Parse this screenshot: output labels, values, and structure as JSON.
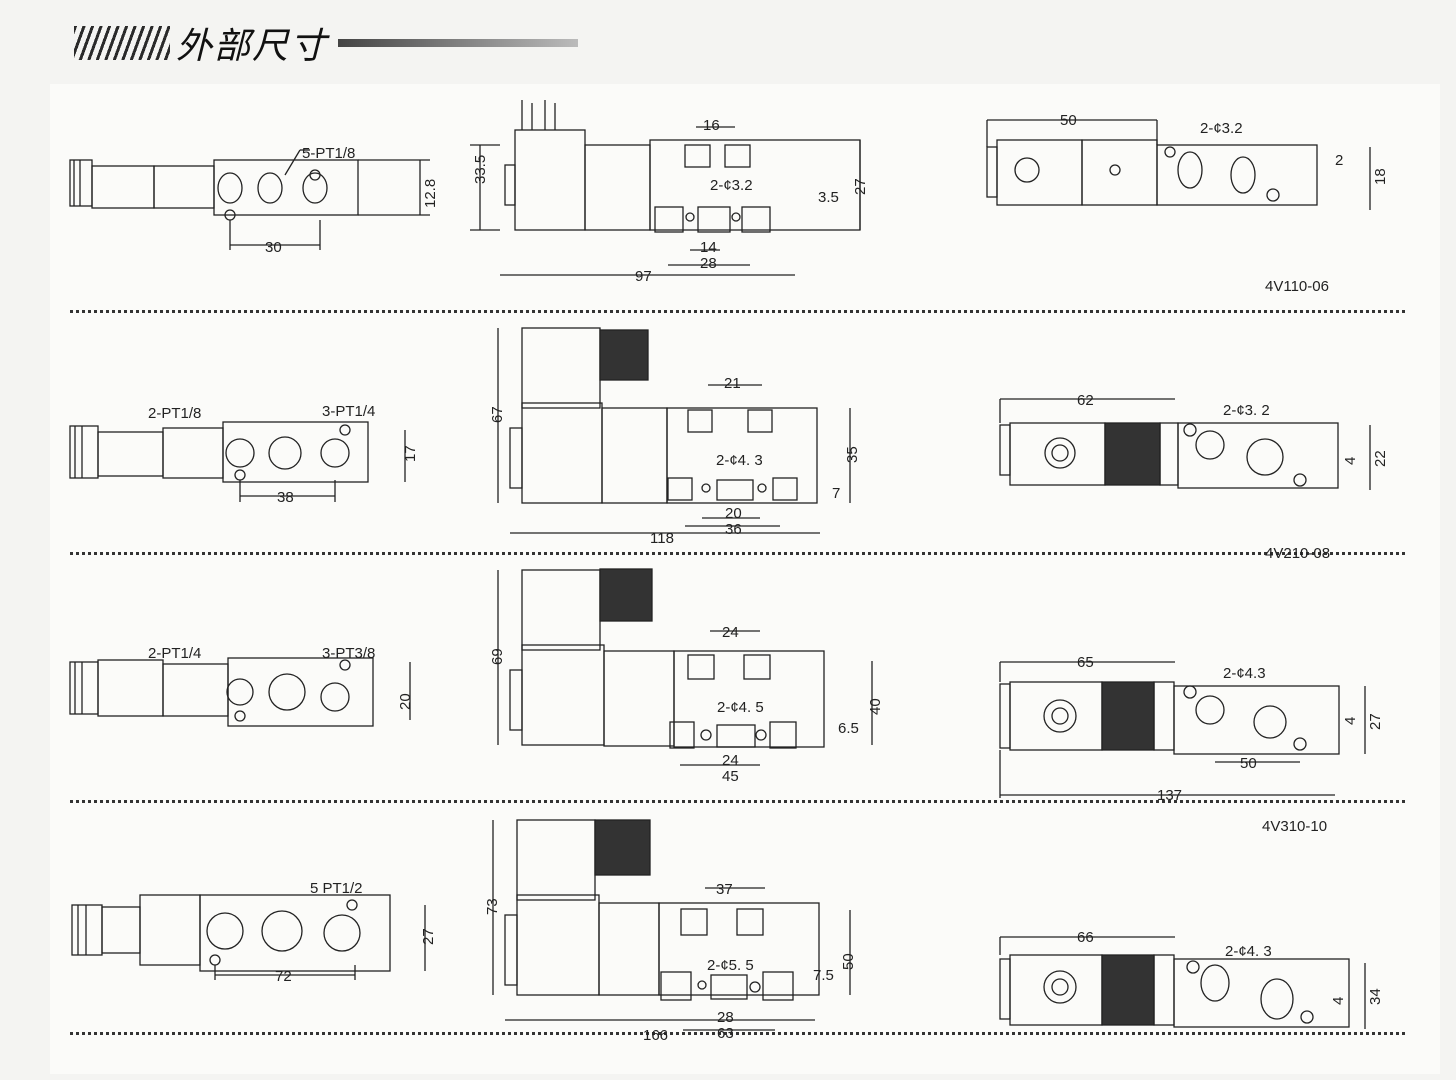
{
  "header": {
    "title": "外部尺寸"
  },
  "rows": [
    {
      "model": "4V110-06",
      "side": {
        "port_label": "5-PT1/8",
        "pitch": "30",
        "height": "12.8"
      },
      "front": {
        "height": "33.5",
        "length": "97",
        "body_height": "27",
        "top_pitch": "16",
        "mount_label": "2-¢3.2",
        "pitch_inner": "14",
        "pitch_outer": "28",
        "offset": "3.5"
      },
      "end": {
        "width": "50",
        "mount_label": "2-¢3.2",
        "offset": "2",
        "height": "18"
      }
    },
    {
      "model": "4V210-08",
      "side": {
        "port_label_a": "2-PT1/8",
        "port_label_b": "3-PT1/4",
        "pitch": "38",
        "height": "17"
      },
      "front": {
        "height": "67",
        "length": "118",
        "body_height": "35",
        "top_pitch": "21",
        "mount_label": "2-¢4. 3",
        "pitch_inner": "20",
        "pitch_outer": "36",
        "offset": "7"
      },
      "end": {
        "width": "62",
        "mount_label": "2-¢3. 2",
        "offset": "4",
        "height": "22"
      }
    },
    {
      "model": "4V310-10",
      "side": {
        "port_label_a": "2-PT1/4",
        "port_label_b": "3-PT3/8",
        "height": "20"
      },
      "front": {
        "height": "69",
        "body_height": "40",
        "top_pitch": "24",
        "mount_label": "2-¢4. 5",
        "pitch_inner": "24",
        "pitch_outer": "45",
        "offset": "6.5"
      },
      "end": {
        "width": "65",
        "mount_label": "2-¢4.3",
        "offset": "4",
        "height": "27",
        "pitch": "50",
        "length": "137"
      }
    },
    {
      "model": "",
      "side": {
        "port_label": "5 PT1/2",
        "pitch": "72",
        "height": "27"
      },
      "front": {
        "height": "73",
        "length": "166",
        "body_height": "50",
        "top_pitch": "37",
        "mount_label": "2-¢5. 5",
        "pitch_inner": "28",
        "pitch_outer": "63",
        "offset": "7.5"
      },
      "end": {
        "width": "66",
        "mount_label": "2-¢4. 3",
        "offset": "4",
        "height": "34"
      }
    }
  ]
}
